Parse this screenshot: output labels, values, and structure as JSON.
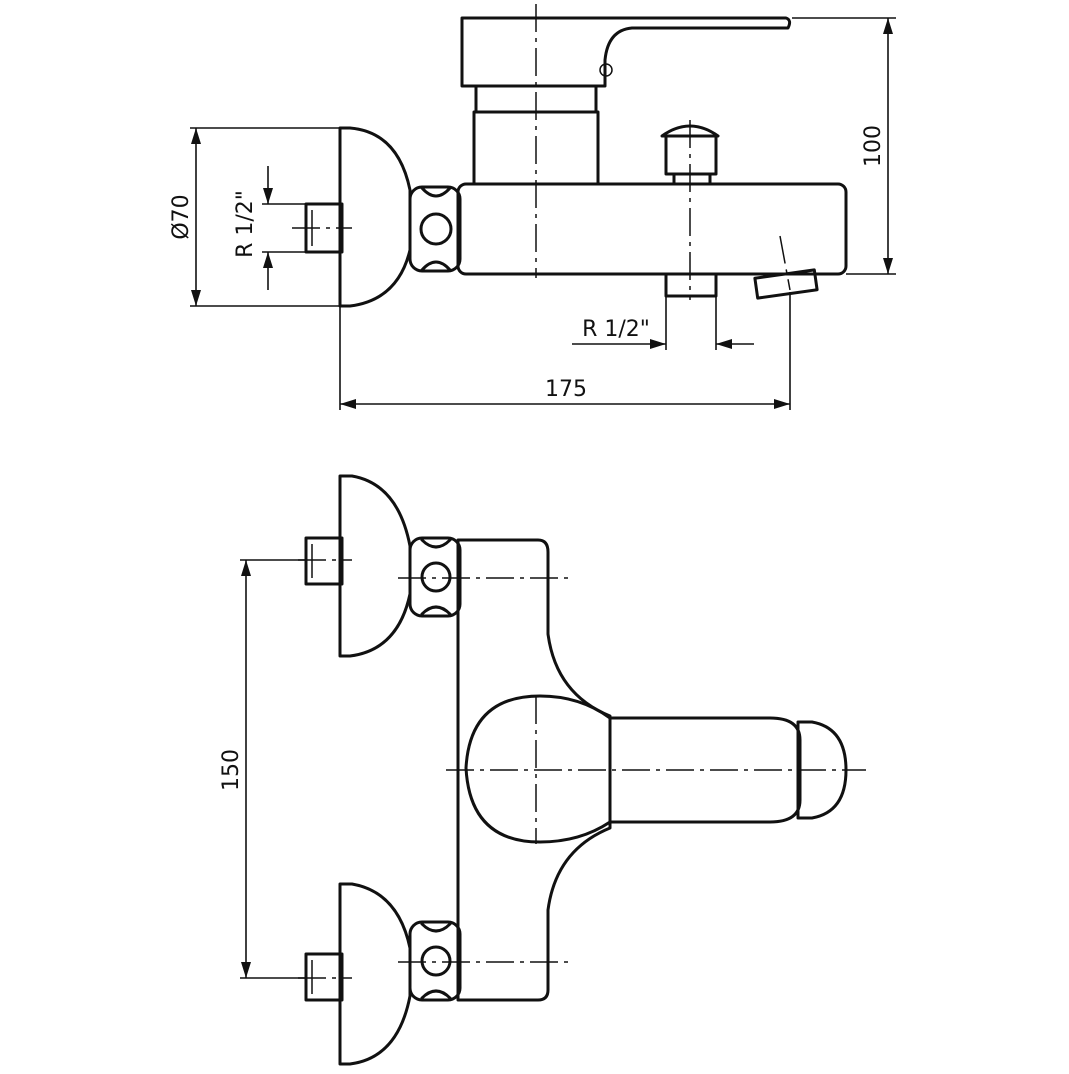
{
  "drawing": {
    "dimensions": {
      "diameter": "Ø70",
      "thread_inlet": "R 1/2\"",
      "thread_outlet": "R 1/2\"",
      "width": "175",
      "height": "100",
      "center_distance": "150"
    }
  }
}
